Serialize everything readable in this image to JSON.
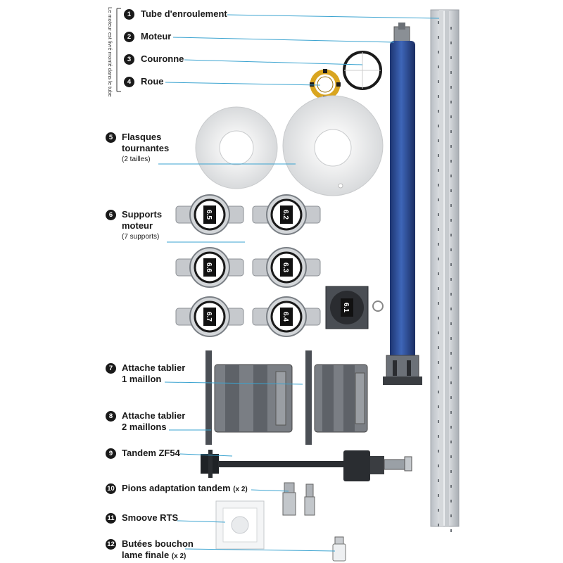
{
  "vertical_note": "Le moteur est livré monté dans le tube",
  "parts": [
    {
      "num": "1",
      "label": "Tube d'enroulement"
    },
    {
      "num": "2",
      "label": "Moteur"
    },
    {
      "num": "3",
      "label": "Couronne"
    },
    {
      "num": "4",
      "label": "Roue"
    },
    {
      "num": "5",
      "label_line1": "Flasques",
      "label_line2": "tournantes",
      "sub": "(2 tailles)"
    },
    {
      "num": "6",
      "label_line1": "Supports",
      "label_line2": "moteur",
      "sub": "(7 supports)"
    },
    {
      "num": "7",
      "label_line1": "Attache tablier",
      "label_line2": "1 maillon"
    },
    {
      "num": "8",
      "label_line1": "Attache tablier",
      "label_line2": "2 maillons"
    },
    {
      "num": "9",
      "label": "Tandem ZF54"
    },
    {
      "num": "10",
      "label": "Pions adaptation tandem",
      "qty": "(x 2)"
    },
    {
      "num": "11",
      "label": "Smoove RTS"
    },
    {
      "num": "12",
      "label_line1": "Butées bouchon",
      "label_line2": "lame finale",
      "qty": "(x 2)"
    }
  ],
  "support_tags": [
    "6.5",
    "6.2",
    "6.6",
    "6.3",
    "6.7",
    "6.4",
    "6.1"
  ],
  "colors": {
    "callout_line": "#3aa3d0",
    "badge": "#1a1a1a",
    "motor_blue": "#2d4f9a",
    "support_tag_bg": "#111111"
  }
}
